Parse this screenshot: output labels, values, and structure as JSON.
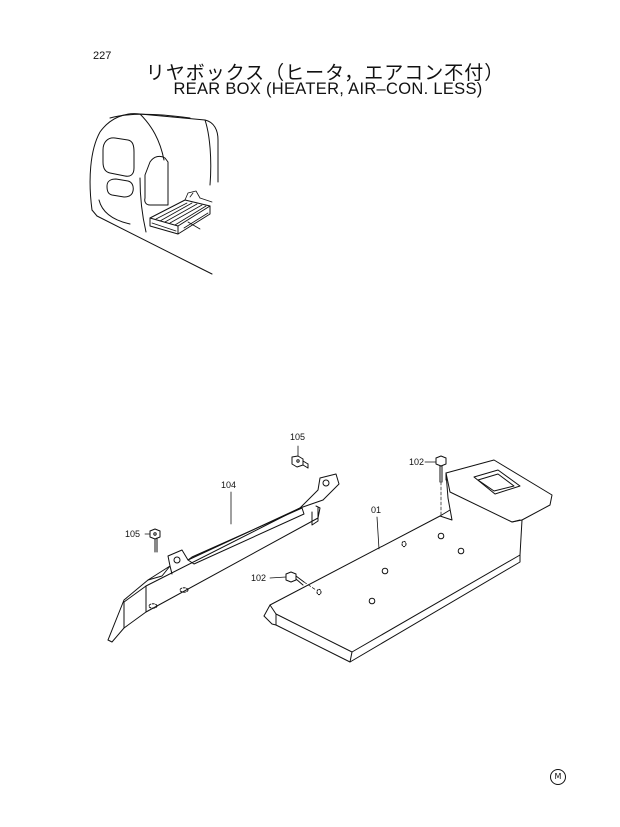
{
  "page_number": "227",
  "title_jp": "リヤボックス（ヒータ，エアコン不付）",
  "title_en": "REAR  BOX (HEATER, AIR–CON. LESS)",
  "callouts": [
    {
      "id": "105",
      "label": "105"
    },
    {
      "id": "104",
      "label": "104"
    },
    {
      "id": "105b",
      "label": "105"
    },
    {
      "id": "102a",
      "label": "102"
    },
    {
      "id": "01",
      "label": "01"
    },
    {
      "id": "102b",
      "label": "102"
    }
  ],
  "corner_mark": "M"
}
